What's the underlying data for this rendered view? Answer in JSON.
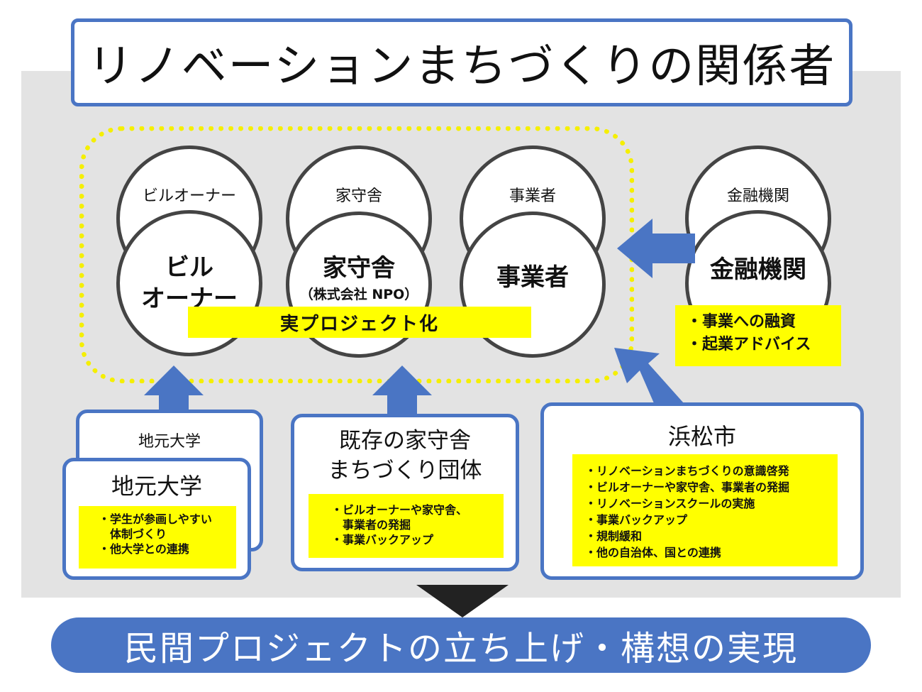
{
  "title": "リノベーションまちづくりの関係者",
  "core_group": {
    "label": "実プロジェクト化",
    "members": [
      {
        "back_label": "ビルオーナー",
        "front_lines": [
          "ビル",
          "オーナー"
        ],
        "sub": ""
      },
      {
        "back_label": "家守舎",
        "front_lines": [
          "家守舎"
        ],
        "sub": "（株式会社 NPO）"
      },
      {
        "back_label": "事業者",
        "front_lines": [
          "事業者"
        ],
        "sub": ""
      }
    ]
  },
  "finance": {
    "back_label": "金融機関",
    "front_label": "金融機関",
    "notes": [
      "・事業への融資",
      "・起業アドバイス"
    ]
  },
  "university": {
    "back_label": "地元大学",
    "front_label": "地元大学",
    "notes": [
      "・学生が参画しやすい",
      "　体制づくり",
      "・他大学との連携"
    ]
  },
  "existing": {
    "title_lines": [
      "既存の家守舎",
      "まちづくり団体"
    ],
    "notes": [
      "・ビルオーナーや家守舎、",
      "　事業者の発掘",
      "・事業バックアップ"
    ]
  },
  "city": {
    "title": "浜松市",
    "notes": [
      "・リノベーションまちづくりの意識啓発",
      "・ビルオーナーや家守舎、事業者の発掘",
      "・リノベーションスクールの実施",
      "・事業バックアップ",
      "・規制緩和",
      "・他の自治体、国との連携"
    ]
  },
  "result": "民間プロジェクトの立ち上げ・構想の実現",
  "colors": {
    "accent_blue": "#4a75c4",
    "highlight_yellow": "#ffff00",
    "panel_gray": "#e3e3e3",
    "dotted_yellow": "#f5ef00"
  }
}
